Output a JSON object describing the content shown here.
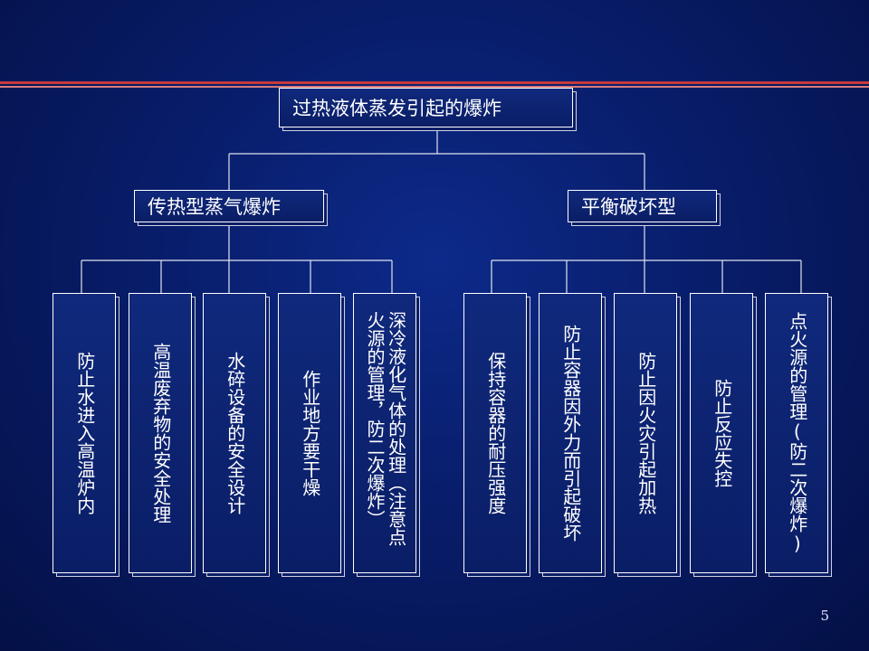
{
  "title": "过热液体蒸发引起的爆炸",
  "branches": [
    {
      "label": "传热型蒸气爆炸",
      "children": [
        "防止水进入高温炉内",
        "高温废弃物的安全处理",
        "水碎设备的安全设计",
        "作业地方要干燥",
        "深冷液化气体的处理（注意点火源的管理，防二次爆炸）"
      ]
    },
    {
      "label": "平衡破坏型",
      "children": [
        "保持容器的耐压强度",
        "防止容器因外力而引起破坏",
        "防止因火灾引起加热",
        "防止反应失控",
        "点火源的管理(防二次爆炸)"
      ]
    }
  ],
  "page_number": "5"
}
